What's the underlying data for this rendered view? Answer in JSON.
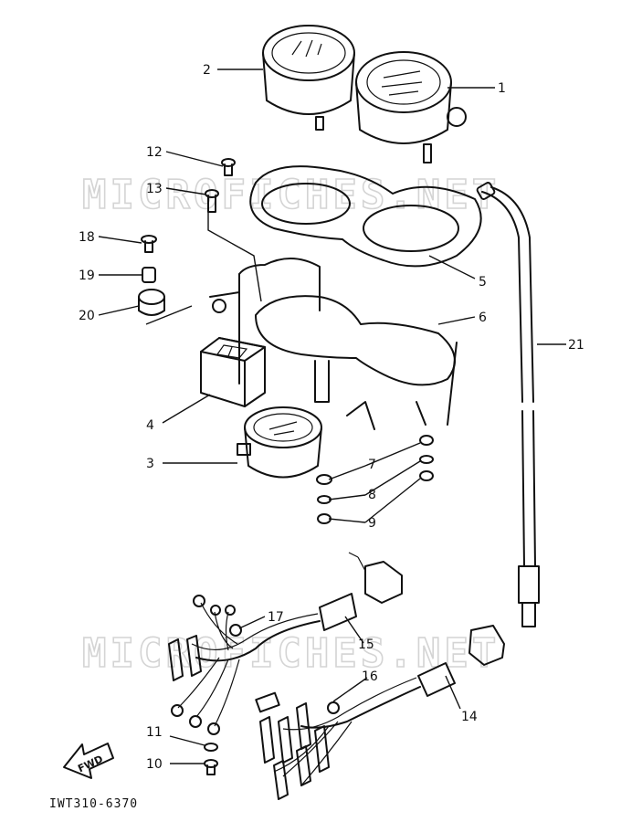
{
  "diagram_code": "IWT310-6370",
  "watermark": "MICROFICHES.NET",
  "direction_label": "FWD",
  "callouts": [
    {
      "id": "1",
      "label": "1"
    },
    {
      "id": "2",
      "label": "2"
    },
    {
      "id": "3",
      "label": "3"
    },
    {
      "id": "4",
      "label": "4"
    },
    {
      "id": "5",
      "label": "5"
    },
    {
      "id": "6",
      "label": "6"
    },
    {
      "id": "7",
      "label": "7"
    },
    {
      "id": "8",
      "label": "8"
    },
    {
      "id": "9",
      "label": "9"
    },
    {
      "id": "10",
      "label": "10"
    },
    {
      "id": "11",
      "label": "11"
    },
    {
      "id": "12",
      "label": "12"
    },
    {
      "id": "13",
      "label": "13"
    },
    {
      "id": "14",
      "label": "14"
    },
    {
      "id": "15",
      "label": "15"
    },
    {
      "id": "16",
      "label": "16"
    },
    {
      "id": "17",
      "label": "17"
    },
    {
      "id": "18",
      "label": "18"
    },
    {
      "id": "19",
      "label": "19"
    },
    {
      "id": "20",
      "label": "20"
    },
    {
      "id": "21",
      "label": "21"
    }
  ]
}
